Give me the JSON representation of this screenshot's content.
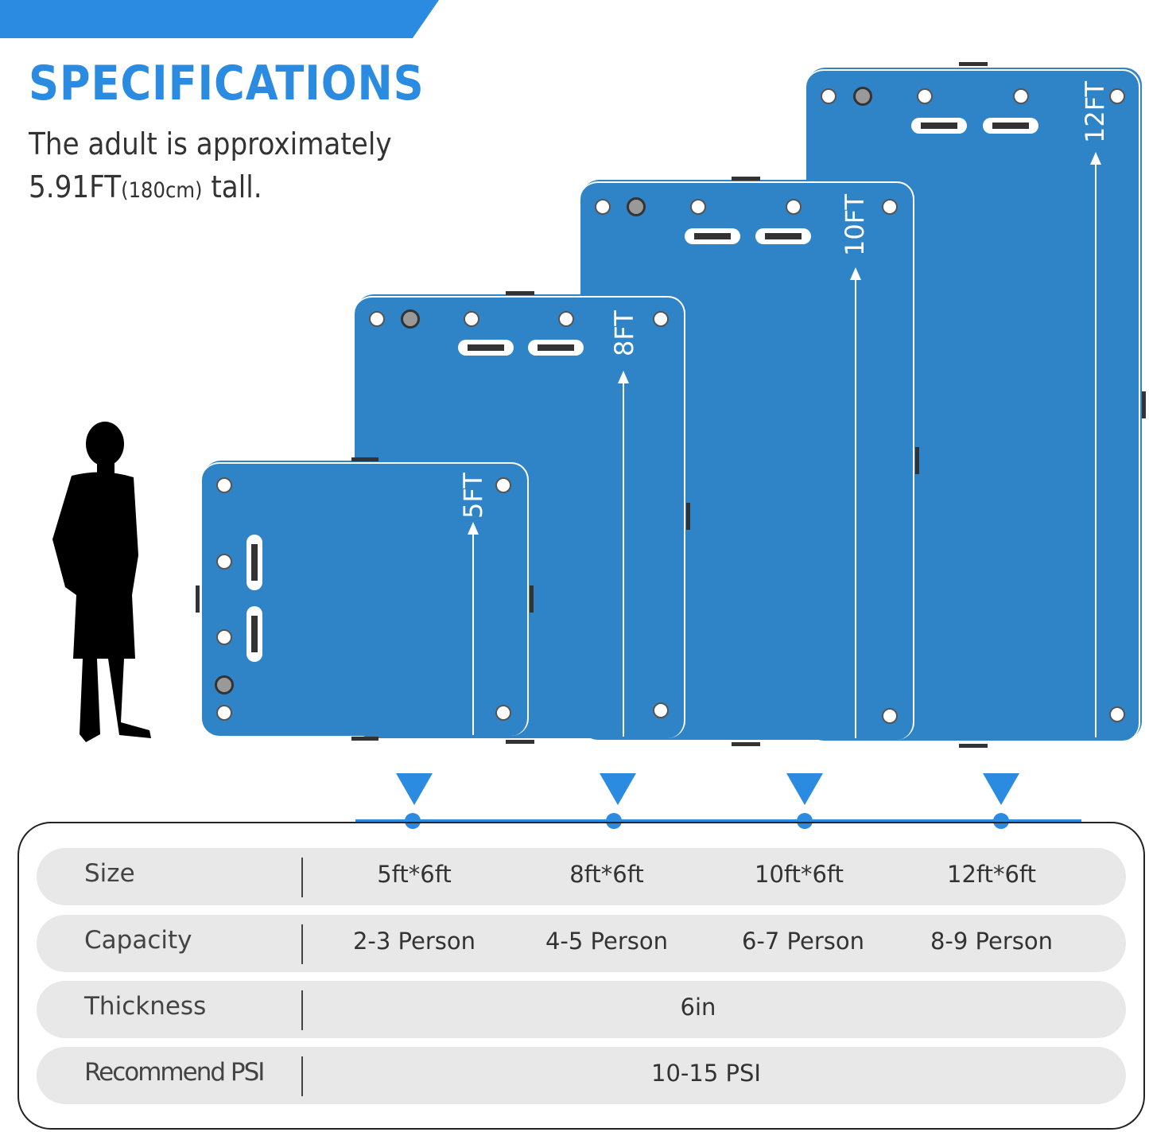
{
  "header": {
    "title": "SPECIFICATIONS",
    "line1": "The adult is approximately",
    "height_ft": "5.91FT",
    "height_cm": "(180cm)",
    "line2_end": " tall."
  },
  "mats": [
    {
      "label": "5FT"
    },
    {
      "label": "8FT"
    },
    {
      "label": "10FT"
    },
    {
      "label": "12FT"
    }
  ],
  "table": {
    "rows": [
      {
        "label": "Size",
        "values": [
          "5ft*6ft",
          "8ft*6ft",
          "10ft*6ft",
          "12ft*6ft"
        ]
      },
      {
        "label": "Capacity",
        "values": [
          "2-3 Person",
          "4-5 Person",
          "6-7 Person",
          "8-9 Person"
        ]
      },
      {
        "label": "Thickness",
        "value": "6in"
      },
      {
        "label": "Recommend PSI",
        "value": "10-15 PSI"
      }
    ]
  },
  "colors": {
    "accent": "#2a8be0",
    "mat": "#2f84c8"
  }
}
